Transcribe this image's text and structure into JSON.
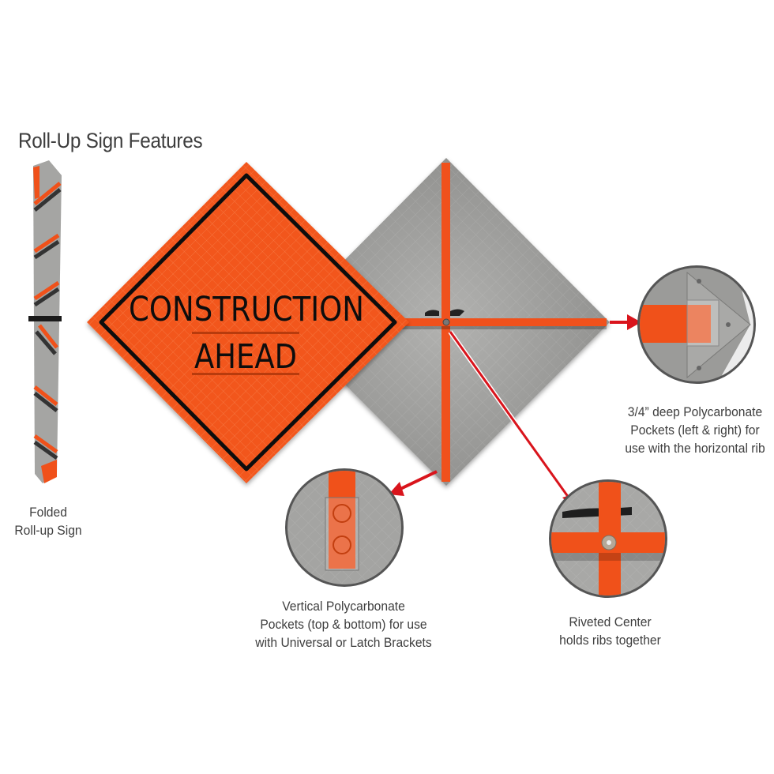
{
  "title": "Roll-Up Sign Features",
  "sign": {
    "line1": "CONSTRUCTION",
    "line2": "AHEAD",
    "face_color": "#f2561c",
    "border_color": "#111111",
    "back_color": "#9a9a98",
    "rib_color": "#f0511a"
  },
  "arrow_color": "#d9141c",
  "captions": {
    "folded": [
      "Folded",
      "Roll-up Sign"
    ],
    "horizontal_pockets": [
      "3/4” deep Polycarbonate",
      "Pockets (left & right) for",
      "use with the horizontal rib"
    ],
    "vertical_pockets": [
      "Vertical Polycarbonate",
      "Pockets (top & bottom) for use",
      "with Universal or Latch Brackets"
    ],
    "riveted_center": [
      "Riveted Center",
      "holds ribs together"
    ]
  },
  "icons": {
    "folded_sign": "rolled-sign-icon",
    "detail_horizontal": "pocket-detail-horizontal",
    "detail_vertical": "pocket-detail-vertical",
    "detail_center": "rivet-detail"
  }
}
